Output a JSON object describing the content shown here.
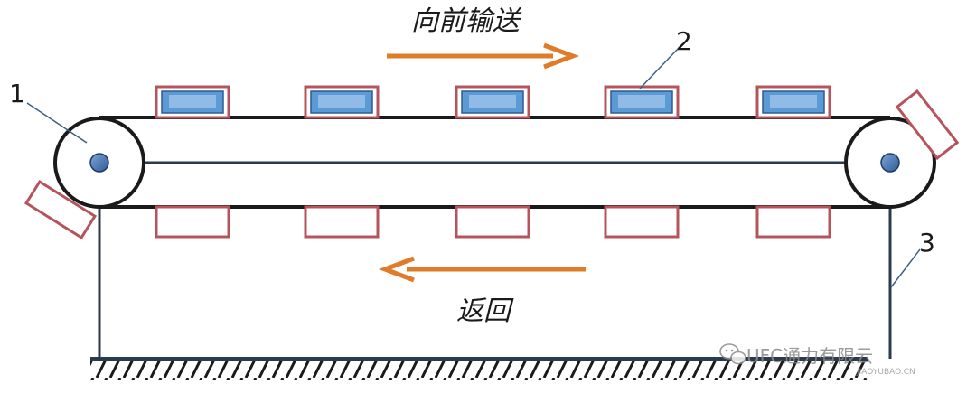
{
  "labels": {
    "forward": "向前输送",
    "return": "返回",
    "n1": "1",
    "n2": "2",
    "n3": "3"
  },
  "watermark": {
    "brand": "UFC通力有限云",
    "domain": "JIAOYUBAO.CN",
    "icon": "wechat-icon"
  },
  "colors": {
    "arrow": "#e07b2a",
    "bucket_edge": "#b5545c",
    "bucket_fill": "#5b9bd5",
    "frame": "#2b3a4d",
    "belt": "#1a1a1a",
    "hub": "#3c6fb0"
  }
}
